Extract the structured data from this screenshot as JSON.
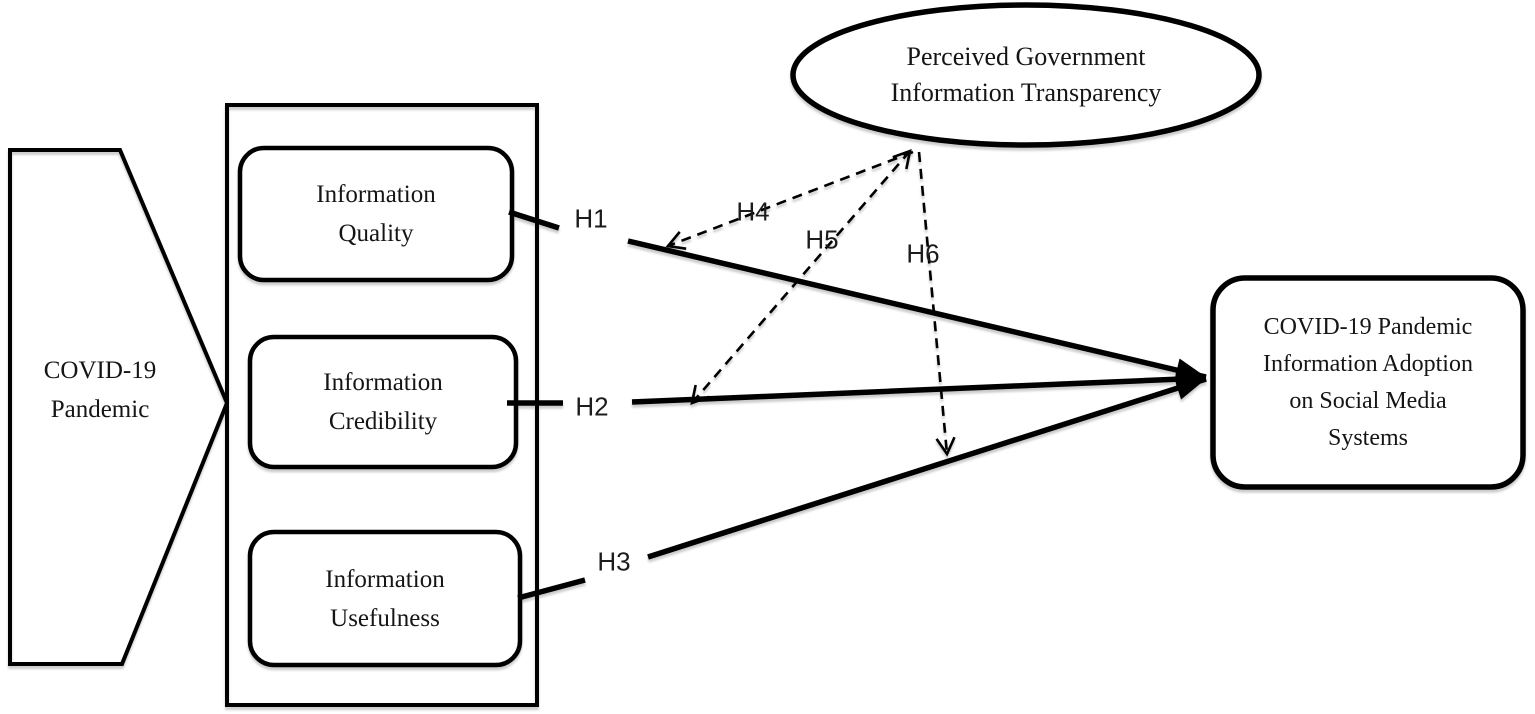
{
  "colors": {
    "background": "#ffffff",
    "stroke": "#000000",
    "text": "#151515"
  },
  "nodes": {
    "covid_pandemic": {
      "shape": "arrow-pentagon",
      "lines": [
        "COVID-19",
        "Pandemic"
      ]
    },
    "information_quality": {
      "shape": "rounded-rect",
      "lines": [
        "Information",
        "Quality"
      ]
    },
    "information_credibility": {
      "shape": "rounded-rect",
      "lines": [
        "Information",
        "Credibility"
      ]
    },
    "information_usefulness": {
      "shape": "rounded-rect",
      "lines": [
        "Information",
        "Usefulness"
      ]
    },
    "perceived_transparency": {
      "shape": "ellipse",
      "lines": [
        "Perceived Government",
        "Information Transparency"
      ]
    },
    "information_adoption": {
      "shape": "rounded-rect",
      "lines": [
        "COVID-19 Pandemic",
        "Information Adoption",
        "on Social Media",
        "Systems"
      ]
    }
  },
  "hypotheses": {
    "h1": {
      "label": "H1",
      "style": "solid",
      "from": "information_quality",
      "to": "information_adoption"
    },
    "h2": {
      "label": "H2",
      "style": "solid",
      "from": "information_credibility",
      "to": "information_adoption"
    },
    "h3": {
      "label": "H3",
      "style": "solid",
      "from": "information_usefulness",
      "to": "information_adoption"
    },
    "h4": {
      "label": "H4",
      "style": "dashed",
      "from": "perceived_transparency",
      "to": "h1-path"
    },
    "h5": {
      "label": "H5",
      "style": "dashed",
      "from": "perceived_transparency",
      "to": "h2-path"
    },
    "h6": {
      "label": "H6",
      "style": "dashed",
      "from": "perceived_transparency",
      "to": "h3-path"
    }
  }
}
